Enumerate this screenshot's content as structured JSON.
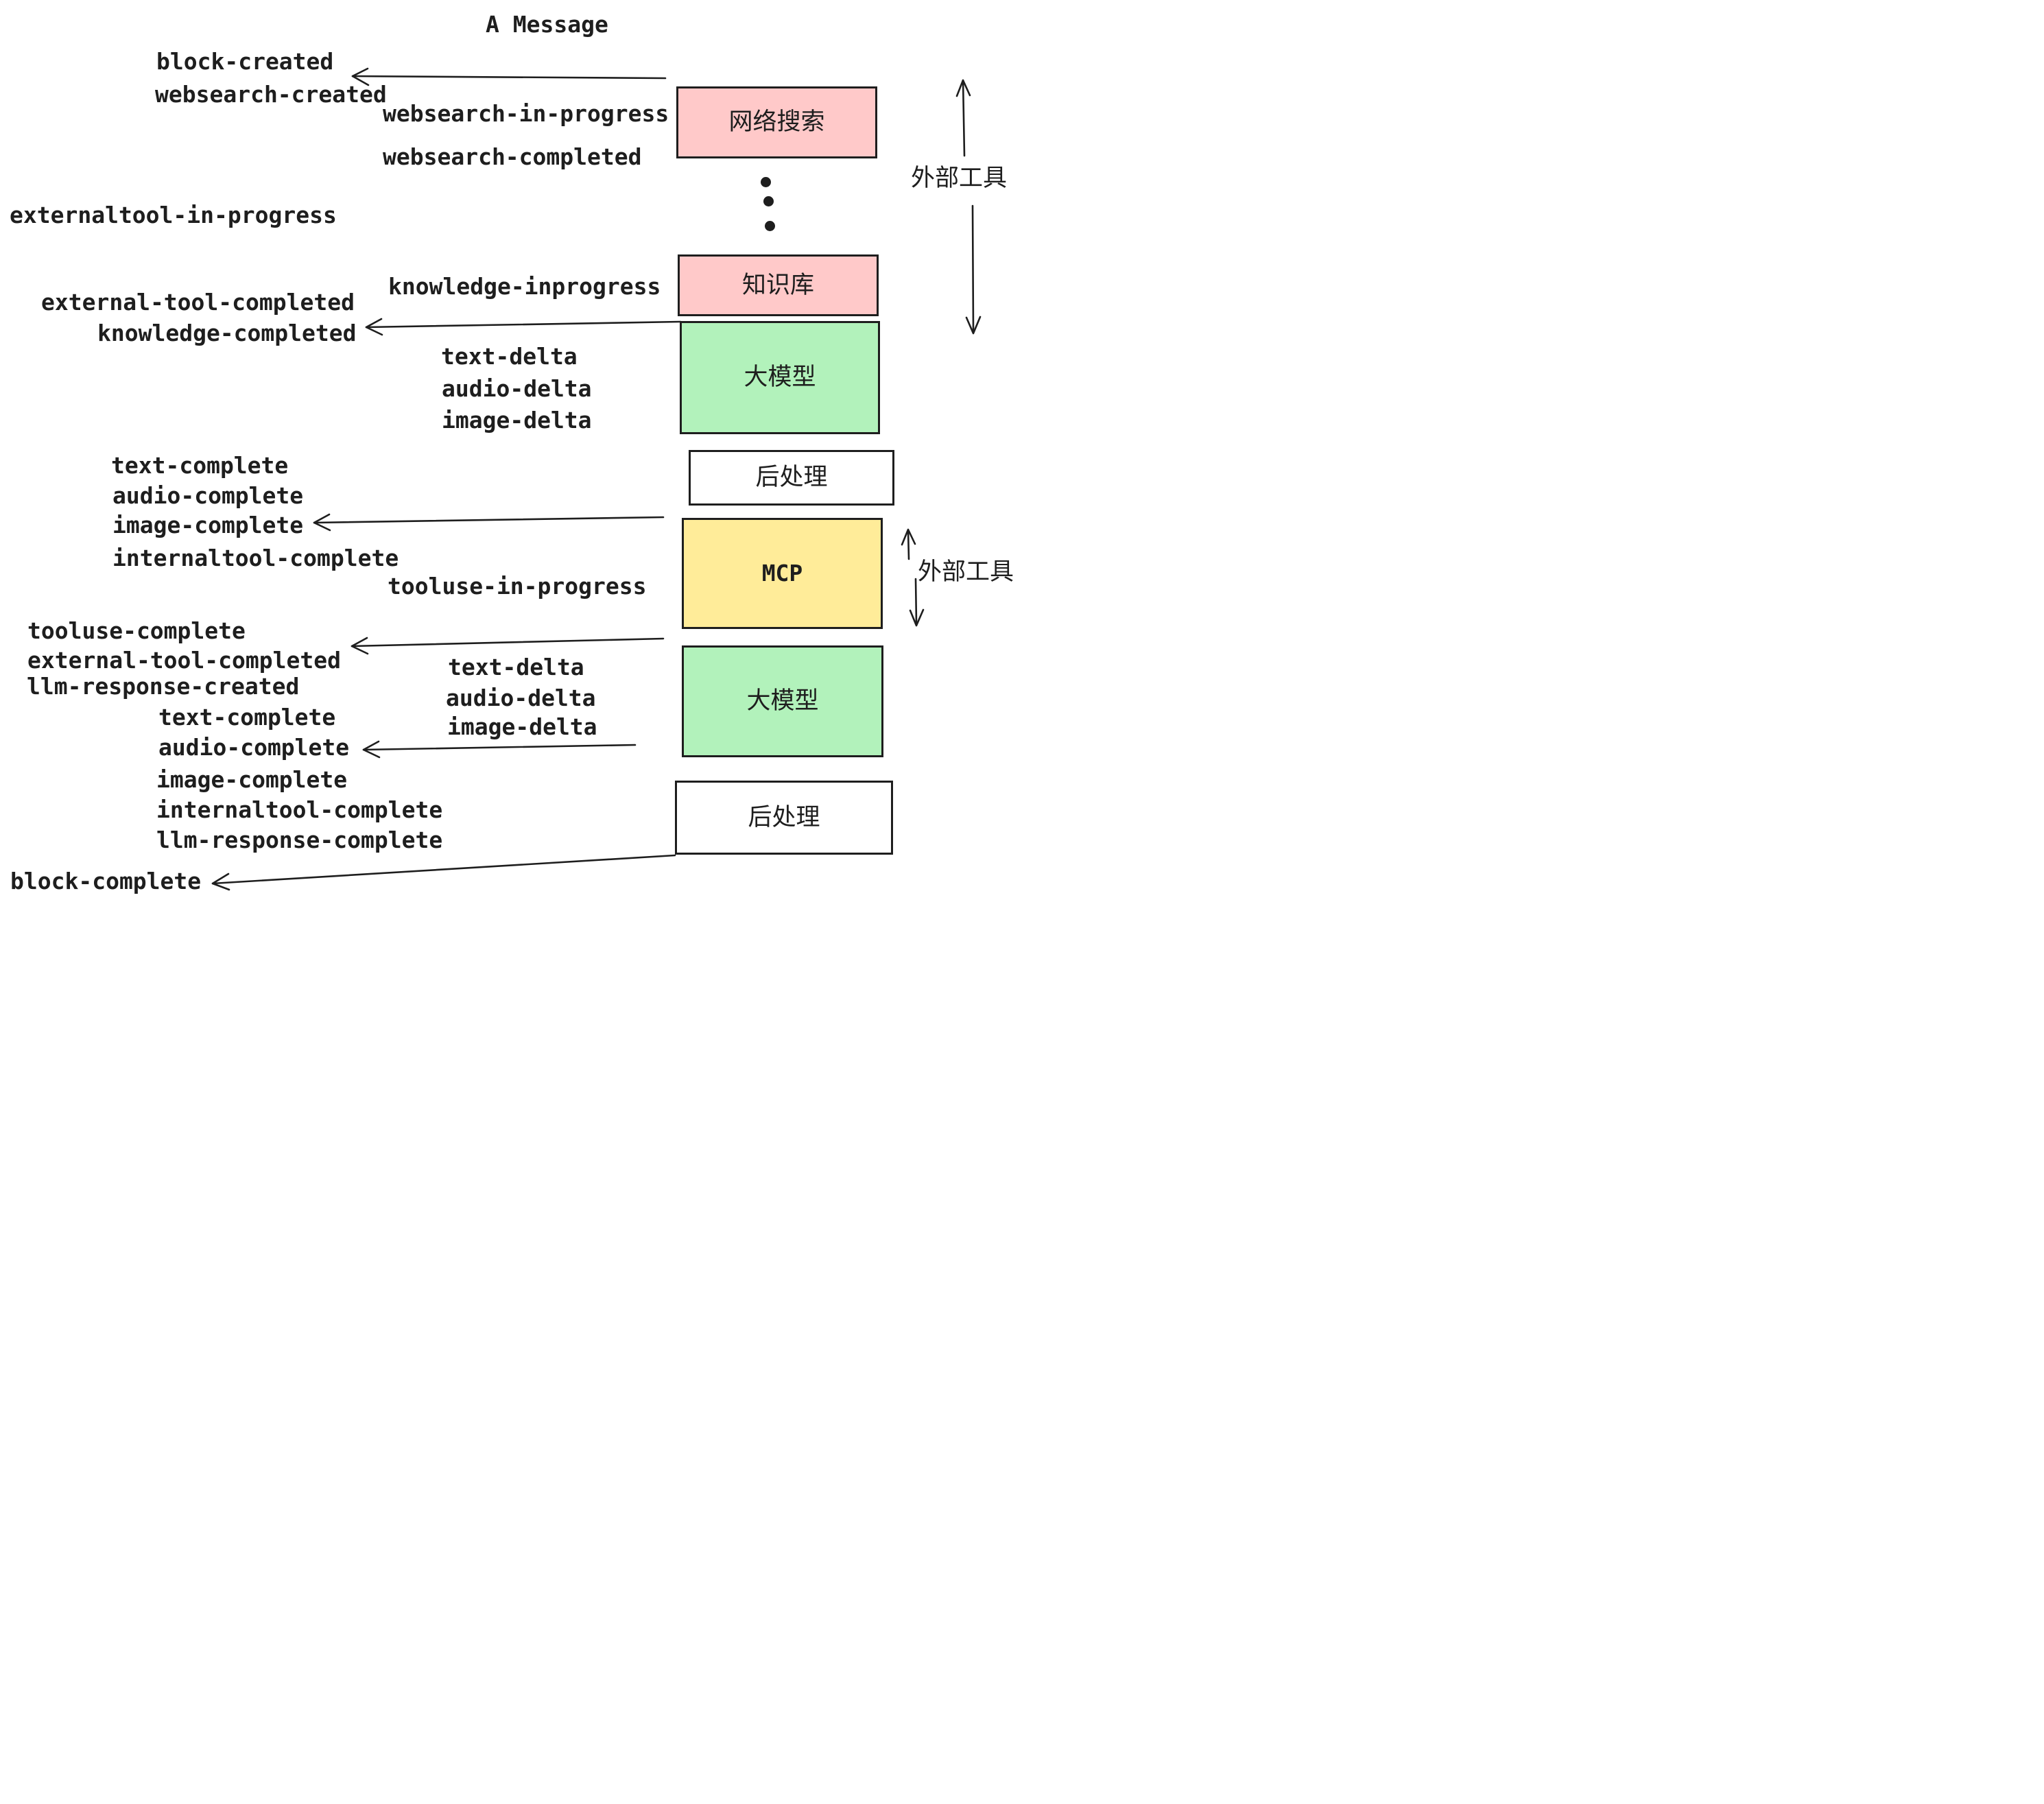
{
  "title": "A Message",
  "colors": {
    "pink": "#ffc9c9",
    "green": "#b2f2bb",
    "yellow": "#ffec99",
    "white": "#ffffff",
    "ink": "#1e1e1e"
  },
  "stages": {
    "websearch": "网络搜索",
    "knowledge": "知识库",
    "llm_top": "大模型",
    "post_top": "后处理",
    "mcp": "MCP",
    "llm_bottom": "大模型",
    "post_bottom": "后处理"
  },
  "side_labels": {
    "external_tools_top": "外部工具",
    "external_tools_bottom": "外部工具"
  },
  "events": {
    "block_created": "block-created",
    "websearch_created": "websearch-created",
    "websearch_in_progress": "websearch-in-progress",
    "websearch_completed": "websearch-completed",
    "externaltool_in_progress": "externaltool-in-progress",
    "knowledge_inprogress": "knowledge-inprogress",
    "external_tool_completed_top": "external-tool-completed",
    "knowledge_completed": "knowledge-completed",
    "text_delta_top": "text-delta",
    "audio_delta_top": "audio-delta",
    "image_delta_top": "image-delta",
    "text_complete_top": "text-complete",
    "audio_complete_top": "audio-complete",
    "image_complete_top": "image-complete",
    "internaltool_complete_top": "internaltool-complete",
    "tooluse_in_progress": "tooluse-in-progress",
    "tooluse_complete": "tooluse-complete",
    "external_tool_completed_bottom": "external-tool-completed",
    "llm_response_created": "llm-response-created",
    "text_delta_bottom": "text-delta",
    "audio_delta_bottom": "audio-delta",
    "image_delta_bottom": "image-delta",
    "text_complete_bottom": "text-complete",
    "audio_complete_bottom": "audio-complete",
    "image_complete_bottom": "image-complete",
    "internaltool_complete_bottom": "internaltool-complete",
    "llm_response_complete": "llm-response-complete",
    "block_complete": "block-complete"
  }
}
